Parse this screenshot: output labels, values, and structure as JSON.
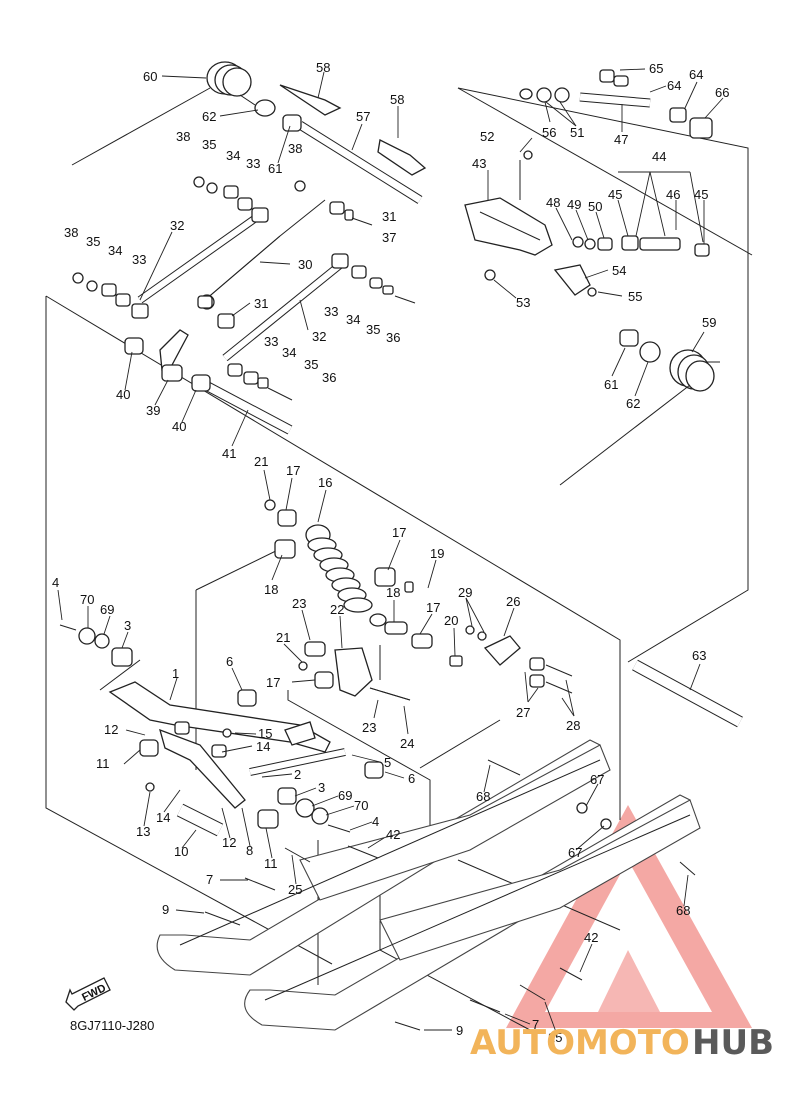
{
  "diagram_code": "8GJ7110-J280",
  "fwd_label": "FWD",
  "watermark": {
    "part1": "AUTOMOTO",
    "part2": "HUB",
    "accent_color": "#e8453c",
    "text_color_1": "#f2b45a",
    "text_color_2": "#5a5a5a"
  },
  "callouts": [
    {
      "id": "c60",
      "text": "60"
    },
    {
      "id": "c58a",
      "text": "58"
    },
    {
      "id": "c58b",
      "text": "58"
    },
    {
      "id": "c62a",
      "text": "62"
    },
    {
      "id": "c57",
      "text": "57"
    },
    {
      "id": "c38a",
      "text": "38"
    },
    {
      "id": "c35a",
      "text": "35"
    },
    {
      "id": "c34a",
      "text": "34"
    },
    {
      "id": "c33a",
      "text": "33"
    },
    {
      "id": "c61a",
      "text": "61"
    },
    {
      "id": "c38b",
      "text": "38"
    },
    {
      "id": "c31a",
      "text": "31"
    },
    {
      "id": "c37",
      "text": "37"
    },
    {
      "id": "c52",
      "text": "52"
    },
    {
      "id": "c43",
      "text": "43"
    },
    {
      "id": "c65",
      "text": "65"
    },
    {
      "id": "c64a",
      "text": "64"
    },
    {
      "id": "c64b",
      "text": "64"
    },
    {
      "id": "c66",
      "text": "66"
    },
    {
      "id": "c56",
      "text": "56"
    },
    {
      "id": "c51",
      "text": "51"
    },
    {
      "id": "c47",
      "text": "47"
    },
    {
      "id": "c44",
      "text": "44"
    },
    {
      "id": "c48",
      "text": "48"
    },
    {
      "id": "c49",
      "text": "49"
    },
    {
      "id": "c50",
      "text": "50"
    },
    {
      "id": "c45a",
      "text": "45"
    },
    {
      "id": "c46",
      "text": "46"
    },
    {
      "id": "c45b",
      "text": "45"
    },
    {
      "id": "c54",
      "text": "54"
    },
    {
      "id": "c55",
      "text": "55"
    },
    {
      "id": "c53",
      "text": "53"
    },
    {
      "id": "c38c",
      "text": "38"
    },
    {
      "id": "c35b",
      "text": "35"
    },
    {
      "id": "c34b",
      "text": "34"
    },
    {
      "id": "c33b",
      "text": "33"
    },
    {
      "id": "c32a",
      "text": "32"
    },
    {
      "id": "c30",
      "text": "30"
    },
    {
      "id": "c31b",
      "text": "31"
    },
    {
      "id": "c33c",
      "text": "33"
    },
    {
      "id": "c34c",
      "text": "34"
    },
    {
      "id": "c35c",
      "text": "35"
    },
    {
      "id": "c36a",
      "text": "36"
    },
    {
      "id": "c32b",
      "text": "32"
    },
    {
      "id": "c33d",
      "text": "33"
    },
    {
      "id": "c34d",
      "text": "34"
    },
    {
      "id": "c35d",
      "text": "35"
    },
    {
      "id": "c36b",
      "text": "36"
    },
    {
      "id": "c40a",
      "text": "40"
    },
    {
      "id": "c39",
      "text": "39"
    },
    {
      "id": "c40b",
      "text": "40"
    },
    {
      "id": "c41",
      "text": "41"
    },
    {
      "id": "c59",
      "text": "59"
    },
    {
      "id": "c61b",
      "text": "61"
    },
    {
      "id": "c62b",
      "text": "62"
    },
    {
      "id": "c21a",
      "text": "21"
    },
    {
      "id": "c17a",
      "text": "17"
    },
    {
      "id": "c16",
      "text": "16"
    },
    {
      "id": "c18a",
      "text": "18"
    },
    {
      "id": "c17b",
      "text": "17"
    },
    {
      "id": "c19",
      "text": "19"
    },
    {
      "id": "c18b",
      "text": "18"
    },
    {
      "id": "c17c",
      "text": "17"
    },
    {
      "id": "c29",
      "text": "29"
    },
    {
      "id": "c26",
      "text": "26"
    },
    {
      "id": "c20",
      "text": "20"
    },
    {
      "id": "c4a",
      "text": "4"
    },
    {
      "id": "c70a",
      "text": "70"
    },
    {
      "id": "c69a",
      "text": "69"
    },
    {
      "id": "c3a",
      "text": "3"
    },
    {
      "id": "c23a",
      "text": "23"
    },
    {
      "id": "c22",
      "text": "22"
    },
    {
      "id": "c21b",
      "text": "21"
    },
    {
      "id": "c17d",
      "text": "17"
    },
    {
      "id": "c6a",
      "text": "6"
    },
    {
      "id": "c1",
      "text": "1"
    },
    {
      "id": "c23b",
      "text": "23"
    },
    {
      "id": "c24",
      "text": "24"
    },
    {
      "id": "c27",
      "text": "27"
    },
    {
      "id": "c28",
      "text": "28"
    },
    {
      "id": "c63",
      "text": "63"
    },
    {
      "id": "c12a",
      "text": "12"
    },
    {
      "id": "c15",
      "text": "15"
    },
    {
      "id": "c14a",
      "text": "14"
    },
    {
      "id": "c5",
      "text": "5"
    },
    {
      "id": "c11a",
      "text": "11"
    },
    {
      "id": "c2",
      "text": "2"
    },
    {
      "id": "c6b",
      "text": "6"
    },
    {
      "id": "c3b",
      "text": "3"
    },
    {
      "id": "c69b",
      "text": "69"
    },
    {
      "id": "c70b",
      "text": "70"
    },
    {
      "id": "c4b",
      "text": "4"
    },
    {
      "id": "c13",
      "text": "13"
    },
    {
      "id": "c14b",
      "text": "14"
    },
    {
      "id": "c10",
      "text": "10"
    },
    {
      "id": "c12b",
      "text": "12"
    },
    {
      "id": "c8",
      "text": "8"
    },
    {
      "id": "c11b",
      "text": "11"
    },
    {
      "id": "c42a",
      "text": "42"
    },
    {
      "id": "c68a",
      "text": "68"
    },
    {
      "id": "c67a",
      "text": "67"
    },
    {
      "id": "c67b",
      "text": "67"
    },
    {
      "id": "c68b",
      "text": "68"
    },
    {
      "id": "c7a",
      "text": "7"
    },
    {
      "id": "c25a",
      "text": "25"
    },
    {
      "id": "c9a",
      "text": "9"
    },
    {
      "id": "c42b",
      "text": "42"
    },
    {
      "id": "c7b",
      "text": "7"
    },
    {
      "id": "c25b",
      "text": "25"
    },
    {
      "id": "c9b",
      "text": "9"
    }
  ]
}
